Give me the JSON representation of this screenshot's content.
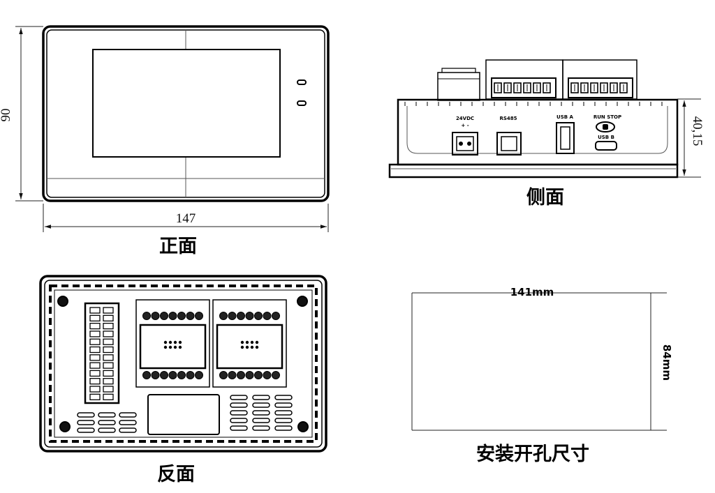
{
  "views": {
    "front": {
      "label": "正面",
      "height_dim": "90",
      "width_dim": "147"
    },
    "side": {
      "label": "侧面",
      "depth_dim": "40,15",
      "ports": {
        "power": "24VDC",
        "power_polarity": "+  -",
        "rs485": "RS485",
        "usb_a": "USB A",
        "run_stop": "RUN  STOP",
        "usb_b": "USB B"
      }
    },
    "back": {
      "label": "反面"
    },
    "cutout": {
      "label": "安装开孔尺寸",
      "width_dim": "141mm",
      "height_dim": "84mm"
    }
  },
  "colors": {
    "line": "#000000",
    "background": "#ffffff"
  }
}
